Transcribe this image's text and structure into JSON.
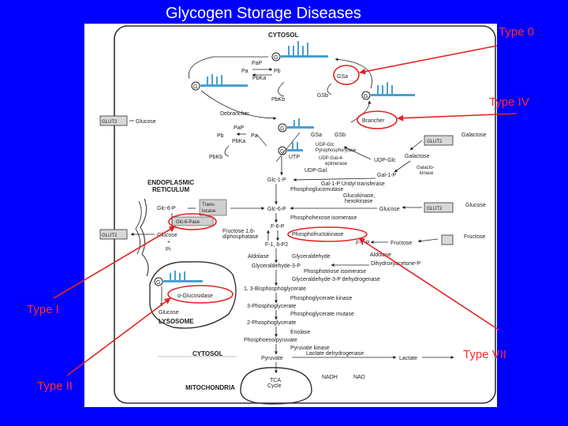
{
  "slide": {
    "title": "Glycogen Storage Diseases"
  },
  "colors": {
    "background": "#0000ff",
    "accent": "#ff2a2a",
    "panel": "#ffffff",
    "diagram_ink": "#1c1c1c",
    "glycogen_blue": "#4aa0cf"
  },
  "type_labels": {
    "type0": "Type 0",
    "type4": "Type IV",
    "type1": "Type I",
    "type2": "Type II",
    "type7": "Type VII"
  },
  "diagram": {
    "compartments": {
      "cytosol_top": "CYTOSOL",
      "er": [
        "ENDOPLASMIC",
        "RETICULUM"
      ],
      "lysosome": "LYSOSOME",
      "cytosol_bottom": "CYTOSOL",
      "mito": "MITOCHONDRIA"
    },
    "glycogen": {
      "g": "G"
    },
    "top": {
      "pap": "PaP",
      "pa": "Pa",
      "pb": "Pb",
      "pbka": "PbKa",
      "gsa": "GSa",
      "pbkb": "PbKb",
      "gsb": "GSb",
      "debrancher": "Debrancher",
      "brancher": "Brancher"
    },
    "glut": {
      "label": "GLUT2"
    },
    "glucose": "Glucose",
    "mid": {
      "pap": "PaP",
      "pb": "Pb",
      "pa": "Pa",
      "pbka": "PbKa",
      "pbkb": "PbKb",
      "gsa": "GSa",
      "gsb": "GSb",
      "utp": "UTP",
      "udpglc_pp": [
        "UDP-Glc",
        "Pyrophosphorylase"
      ],
      "udpglc": "UDP-Glc",
      "udpgal4": [
        "UDP-Gal-4-",
        "epimerase"
      ],
      "udpgal": "UDP-Gal",
      "gal1p": "Gal-1-P",
      "galactose": "Galactose",
      "galactokinase": [
        "Galacto-",
        "kinase"
      ],
      "gal1p_ut": "Gal-1-P Uridyl transferase",
      "glc1p": "Glc-1-P"
    },
    "er": {
      "glc6p": "Glc-6-P",
      "translocase": [
        "Trans-",
        "locase"
      ],
      "glc6pase": "Glc-6-Pase",
      "glucose": "Glucose",
      "pi": "Pi"
    },
    "path": {
      "pgm": "Phosphoglucomutase",
      "gk": [
        "Glucokinase,",
        "hexokinase"
      ],
      "glc6p": "Glc-6-P",
      "phi": "Phosphohexose isomerase",
      "f6p": "F-6-P",
      "fbp": [
        "Fructose 1,6-",
        "diphosphatase"
      ],
      "pfk": "Phosphofructokinase",
      "f16p2": "F-1, 6-P2",
      "f1p": "F-1-P",
      "fructose": "Fructose",
      "aldolase": "Aldolase",
      "glyceraldehyde": "Glyceraldehyde",
      "aldolase2": "Aldolase",
      "g3p": "Glyceraldehyde-3-P",
      "dhap": "Dihydroxyacetone-P",
      "tpi": "Phosphotriose isomerase",
      "g3pdh": "Glyceraldehyde-3-P dehydrogenase",
      "bpg": "1, 3-Bisphosphoglycerate",
      "pgk": "Phosphoglycerate kinase",
      "pg3": "3-Phosphoglycerate",
      "pgmut": "Phosphoglycerate mutase",
      "pg2": "2-Phosphoglycerate",
      "enolase": "Enolase",
      "pep": "Phosphoenolpyruvate",
      "pk": "Pyruvate kinase",
      "pyruvate": "Pyruvate",
      "ldh": "Lactate dehydrogenase",
      "lactate": "Lactate",
      "tca": [
        "TCA",
        "Cycle"
      ],
      "nadh": "NADH",
      "nad": "NAD"
    },
    "lyso": {
      "glucosidase": "α-Glucosidase",
      "glucose": "Glucose"
    }
  }
}
